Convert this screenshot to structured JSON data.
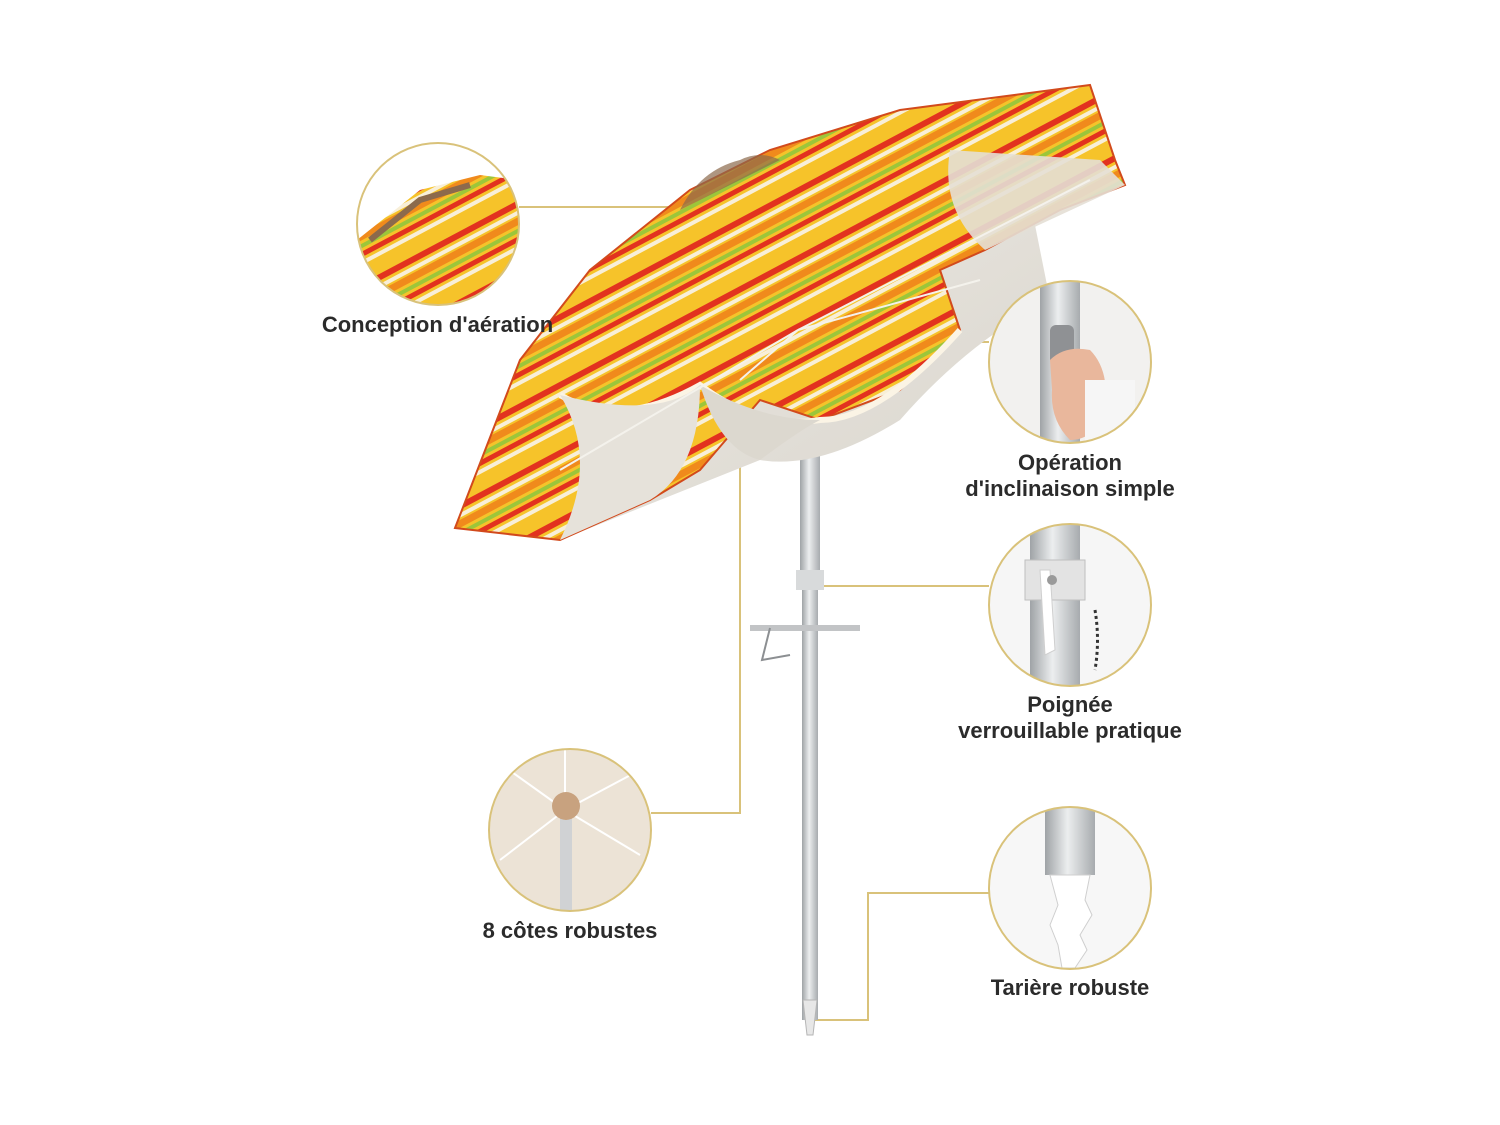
{
  "palette": {
    "accent_gold": "#d9c27a",
    "stripe_red": "#e2321f",
    "stripe_orange": "#f08a1c",
    "stripe_yellow": "#f6c32a",
    "stripe_green": "#9cc63a",
    "canopy_underside": "#e9e6df",
    "pole_silver": "#c8cacc"
  },
  "callouts": [
    {
      "id": "ventilation",
      "lines": [
        "Conception d'aération"
      ],
      "icon": "vent-detail"
    },
    {
      "id": "tilt",
      "lines": [
        "Opération",
        "d'inclinaison simple"
      ],
      "icon": "tilt-hand"
    },
    {
      "id": "handle",
      "lines": [
        "Poignée",
        "verrouillable pratique"
      ],
      "icon": "lock-handle"
    },
    {
      "id": "ribs",
      "lines": [
        "8 côtes robustes"
      ],
      "icon": "ribs-frame"
    },
    {
      "id": "auger",
      "lines": [
        "Tarière robuste"
      ],
      "icon": "ground-auger"
    }
  ]
}
